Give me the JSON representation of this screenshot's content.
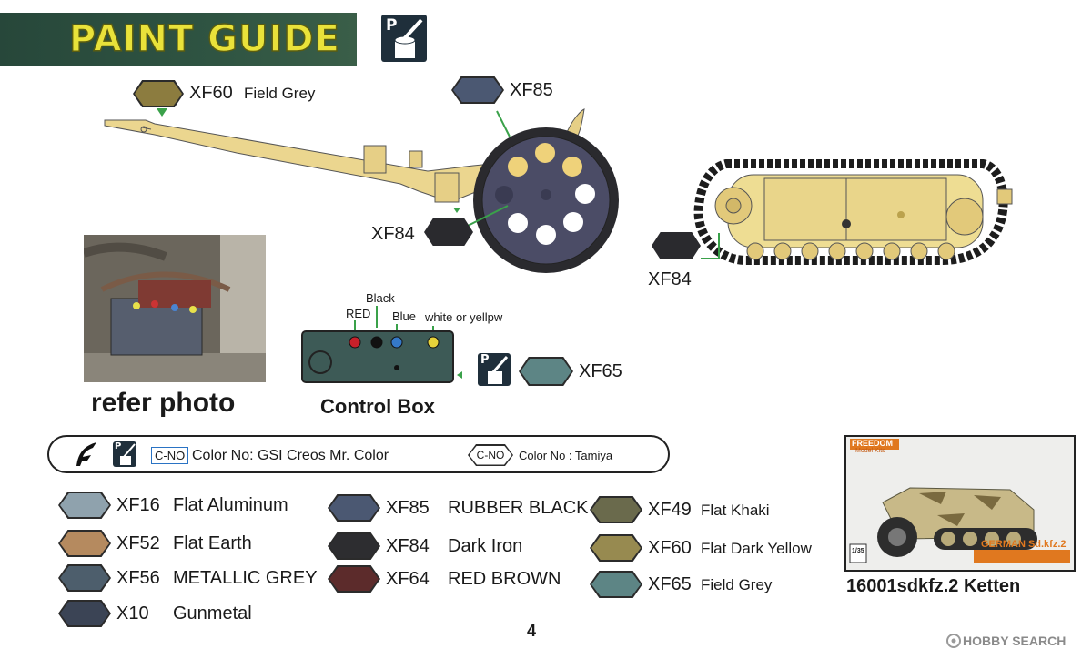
{
  "header": {
    "title": "PAINT GUIDE",
    "paint_icon": "paint-brush-icon",
    "paint_icon_letter": "P"
  },
  "callouts": {
    "xf60_top": {
      "code": "XF60",
      "name": "Field Grey",
      "color": "#8c7c3f"
    },
    "xf85_top": {
      "code": "XF85",
      "color": "#4b5872"
    },
    "xf84_wheel": {
      "code": "XF84",
      "color": "#2a2a2e"
    },
    "xf84_track": {
      "code": "XF84",
      "color": "#2a2a2e"
    },
    "xf65_box": {
      "code": "XF65",
      "color": "#5d8585"
    }
  },
  "control_box": {
    "caption": "Control Box",
    "labels": {
      "black": "Black",
      "red": "RED",
      "blue": "Blue",
      "white": "white or yellpw"
    }
  },
  "photo": {
    "caption": "refer photo"
  },
  "legend": {
    "gsi_tag": "C-NO",
    "gsi_text": "Color No: GSI Creos Mr. Color",
    "tamiya_tag": "C-NO",
    "tamiya_text": "Color No : Tamiya"
  },
  "swatches": [
    {
      "code": "XF16",
      "name": "Flat Aluminum",
      "color": "#8fa2ad"
    },
    {
      "code": "XF52",
      "name": "Flat Earth",
      "color": "#b58a5f"
    },
    {
      "code": "XF56",
      "name": "METALLIC GREY",
      "color": "#4d5e6c"
    },
    {
      "code": "X10",
      "name": "Gunmetal",
      "color": "#3b4455"
    },
    {
      "code": "XF85",
      "name": "RUBBER BLACK",
      "color": "#4b5872"
    },
    {
      "code": "XF84",
      "name": "Dark Iron",
      "color": "#2d2d30"
    },
    {
      "code": "XF64",
      "name": "RED BROWN",
      "color": "#5c2b2b"
    },
    {
      "code": "XF49",
      "name": "Flat Khaki",
      "color": "#6a6a4c"
    },
    {
      "code": "XF60",
      "name": "Flat Dark Yellow",
      "color": "#978a50"
    },
    {
      "code": "XF65",
      "name": "Field Grey",
      "color": "#5d8585"
    }
  ],
  "page_number": "4",
  "product": {
    "caption": "16001sdkfz.2 Ketten",
    "brand": "FREEDOM",
    "brand_sub": "Model Kits",
    "box_title": "GERMAN Sd.kfz.2",
    "scale": "1/35"
  },
  "watermark": {
    "text": "HOBBY SEARCH",
    "icon": "hobbysearch-logo-icon"
  }
}
